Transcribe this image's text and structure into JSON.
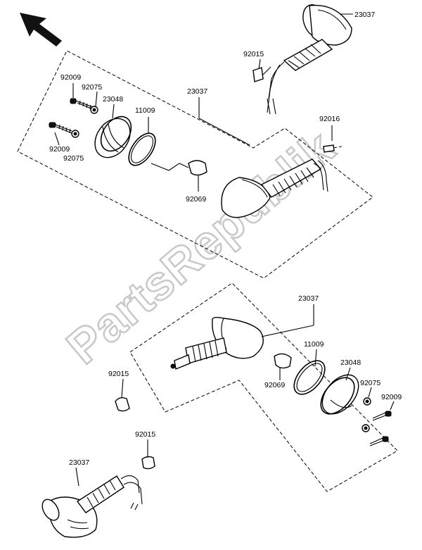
{
  "watermark": "PartsRepublik",
  "labels": {
    "l_23037_tr": "23037",
    "l_92015_top": "92015",
    "l_92009_a": "92009",
    "l_92075_a": "92075",
    "l_23048_a": "23048",
    "l_23037_mid": "23037",
    "l_11009_a": "11009",
    "l_92016": "92016",
    "l_92009_b": "92009",
    "l_92075_b": "92075",
    "l_92069_a": "92069",
    "l_23037_b": "23037",
    "l_11009_b": "11009",
    "l_23048_b": "23048",
    "l_92015_b": "92015",
    "l_92069_b": "92069",
    "l_92075_c": "92075",
    "l_92009_c": "92009",
    "l_92015_c": "92015",
    "l_23037_bl": "23037"
  }
}
